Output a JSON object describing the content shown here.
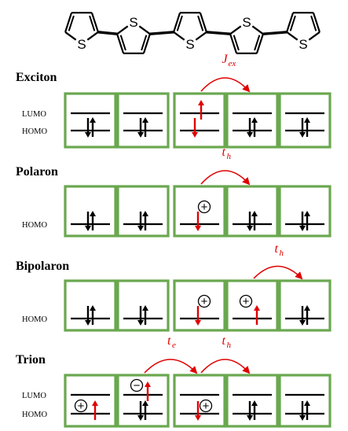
{
  "molecule": {
    "atom_label": "S",
    "ring_count": 5
  },
  "levels": {
    "lumo": "LUMO",
    "homo": "HOMO"
  },
  "colors": {
    "box_border": "#6aa84f",
    "accent": "#e00000",
    "line": "#000000"
  },
  "sections": [
    {
      "title": "Exciton",
      "levels": [
        "LUMO",
        "HOMO"
      ],
      "transfers": [
        {
          "symbol": "J",
          "subscript": "ex",
          "from_cell": 3,
          "to_cell": 4
        }
      ],
      "cells": [
        {
          "lumo": [],
          "homo": [
            "down-black",
            "up-black"
          ],
          "charge": ""
        },
        {
          "lumo": [],
          "homo": [
            "down-black",
            "up-black"
          ],
          "charge": ""
        },
        {
          "lumo": [
            "up-red"
          ],
          "homo": [
            "down-red"
          ],
          "charge": ""
        },
        {
          "lumo": [],
          "homo": [
            "down-black",
            "up-black"
          ],
          "charge": ""
        },
        {
          "lumo": [],
          "homo": [
            "down-black",
            "up-black"
          ],
          "charge": ""
        }
      ]
    },
    {
      "title": "Polaron",
      "levels": [
        "HOMO"
      ],
      "transfers": [
        {
          "symbol": "t",
          "subscript": "h",
          "from_cell": 3,
          "to_cell": 4
        }
      ],
      "cells": [
        {
          "homo": [
            "down-black",
            "up-black"
          ],
          "charge": ""
        },
        {
          "homo": [
            "down-black",
            "up-black"
          ],
          "charge": ""
        },
        {
          "homo": [
            "down-red"
          ],
          "charge": "+"
        },
        {
          "homo": [
            "down-black",
            "up-black"
          ],
          "charge": ""
        },
        {
          "homo": [
            "down-black",
            "up-black"
          ],
          "charge": ""
        }
      ]
    },
    {
      "title": "Bipolaron",
      "levels": [
        "HOMO"
      ],
      "transfers": [
        {
          "symbol": "t",
          "subscript": "h",
          "from_cell": 4,
          "to_cell": 5
        }
      ],
      "cells": [
        {
          "homo": [
            "down-black",
            "up-black"
          ],
          "charge": ""
        },
        {
          "homo": [
            "down-black",
            "up-black"
          ],
          "charge": ""
        },
        {
          "homo": [
            "down-red"
          ],
          "charge": "+"
        },
        {
          "homo": [
            "up-red"
          ],
          "charge": "+"
        },
        {
          "homo": [
            "down-black",
            "up-black"
          ],
          "charge": ""
        }
      ]
    },
    {
      "title": "Trion",
      "levels": [
        "LUMO",
        "HOMO"
      ],
      "transfers": [
        {
          "symbol": "t",
          "subscript": "e",
          "from_cell": 2,
          "to_cell": 3
        },
        {
          "symbol": "t",
          "subscript": "h",
          "from_cell": 3,
          "to_cell": 4
        }
      ],
      "cells": [
        {
          "lumo": [],
          "homo": [
            "up-red"
          ],
          "charge": "+",
          "charge_level": "homo"
        },
        {
          "lumo": [
            "up-red"
          ],
          "homo": [
            "down-black",
            "up-black"
          ],
          "charge": "−",
          "charge_level": "lumo"
        },
        {
          "lumo": [],
          "homo": [
            "down-red"
          ],
          "charge": "+",
          "charge_level": "homo"
        },
        {
          "lumo": [],
          "homo": [
            "down-black",
            "up-black"
          ],
          "charge": ""
        },
        {
          "lumo": [],
          "homo": [
            "down-black",
            "up-black"
          ],
          "charge": ""
        }
      ]
    }
  ]
}
